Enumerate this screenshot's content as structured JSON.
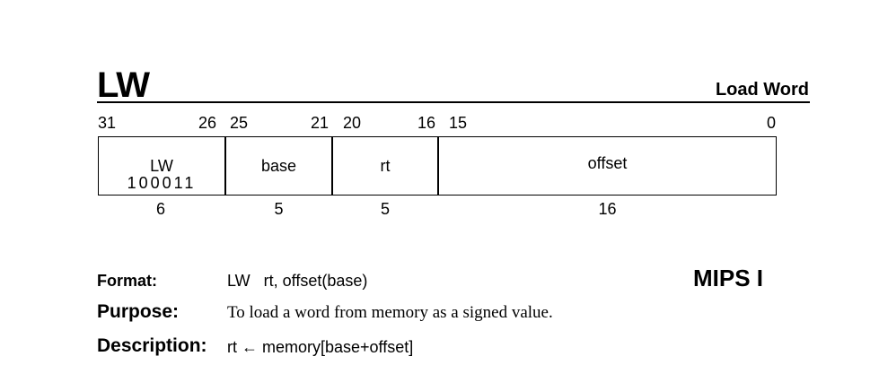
{
  "header": {
    "mnemonic": "LW",
    "long_name": "Load Word"
  },
  "encoding": {
    "bit_labels": [
      "31",
      "26",
      "25",
      "21",
      "20",
      "16",
      "15",
      "0"
    ],
    "fields": [
      {
        "label": "LW",
        "code": "100011",
        "width": "6"
      },
      {
        "label": "base",
        "code": "",
        "width": "5"
      },
      {
        "label": "rt",
        "code": "",
        "width": "5"
      },
      {
        "label": "offset",
        "code": "",
        "width": "16"
      }
    ]
  },
  "format": {
    "label": "Format:",
    "value": "LW   rt, offset(base)",
    "isa": "MIPS I"
  },
  "purpose": {
    "label": "Purpose:",
    "value": "To load a word from memory as a signed value."
  },
  "description": {
    "label": "Description:",
    "value": "rt ← memory[base+offset]"
  }
}
